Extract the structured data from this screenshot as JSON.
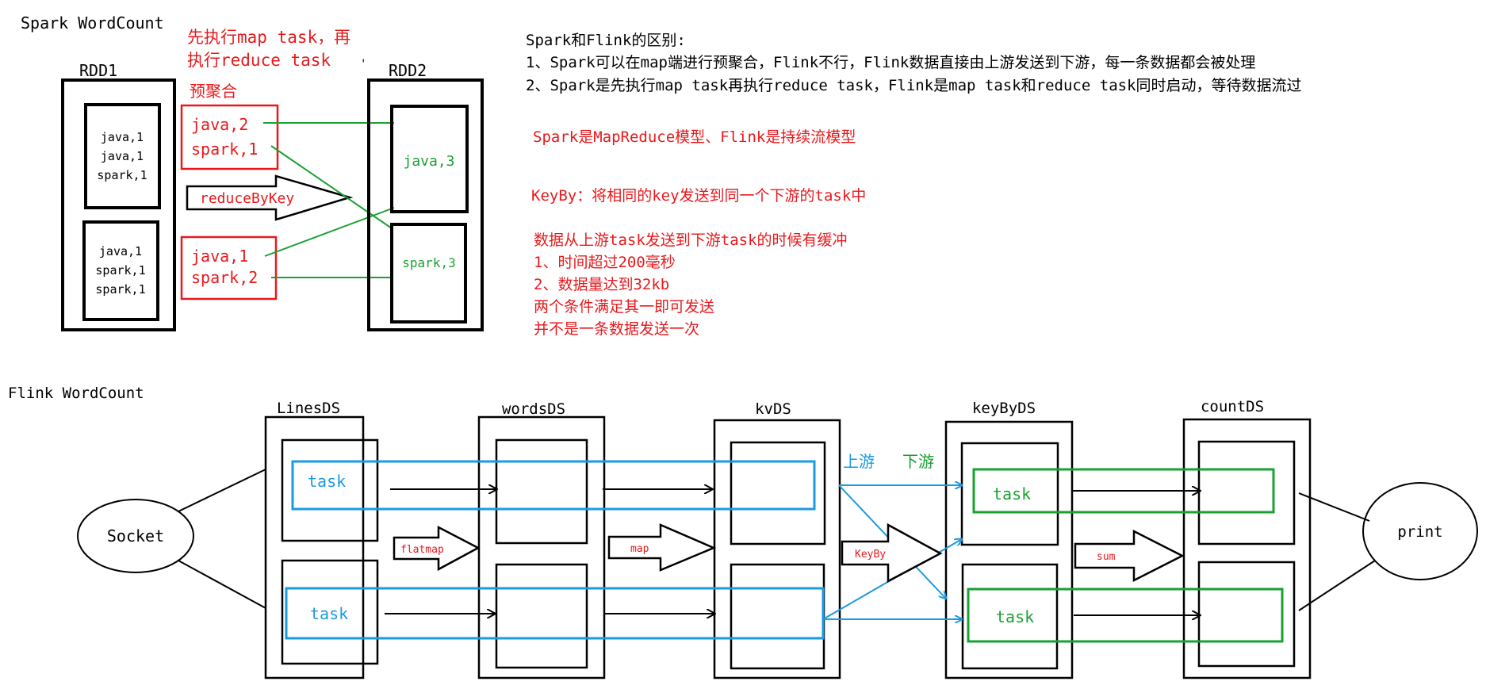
{
  "colors": {
    "black": "#000000",
    "red": "#e8191c",
    "green": "#1aa033",
    "blue": "#1a9be0",
    "white": "#ffffff"
  },
  "spark": {
    "title": "Spark WordCount",
    "note_line1": "先执行map task，再",
    "note_line2": "执行reduce task",
    "rdd1_label": "RDD1",
    "rdd2_label": "RDD2",
    "preagg_label": "预聚合",
    "partition1": [
      "java,1",
      "java,1",
      "spark,1"
    ],
    "partition2": [
      "java,1",
      "spark,1",
      "spark,1"
    ],
    "agg1": [
      "java,2",
      "spark,1"
    ],
    "agg2": [
      "java,1",
      "spark,2"
    ],
    "reduce_label": "reduceByKey",
    "out1": "java,3",
    "out2": "spark,3"
  },
  "notes": {
    "diff_title": "Spark和Flink的区别:",
    "diff_1": "1、Spark可以在map端进行预聚合，Flink不行，Flink数据直接由上游发送到下游，每一条数据都会被处理",
    "diff_2": "2、Spark是先执行map task再执行reduce task，Flink是map task和reduce task同时启动，等待数据流过",
    "model": "Spark是MapReduce模型、Flink是持续流模型",
    "keyby": "KeyBy：将相同的key发送到同一个下游的task中",
    "buffer_title": "数据从上游task发送到下游task的时候有缓冲",
    "buffer_1": "1、时间超过200毫秒",
    "buffer_2": "2、数据量达到32kb",
    "buffer_3": "两个条件满足其一即可发送",
    "buffer_4": "并不是一条数据发送一次"
  },
  "flink": {
    "title": "Flink WordCount",
    "source": "Socket",
    "sink": "print",
    "stages": [
      "LinesDS",
      "wordsDS",
      "kvDS",
      "keyByDS",
      "countDS"
    ],
    "ops": [
      "flatmap",
      "map",
      "KeyBy",
      "sum"
    ],
    "task_label": "task",
    "upstream": "上游",
    "downstream": "下游"
  }
}
